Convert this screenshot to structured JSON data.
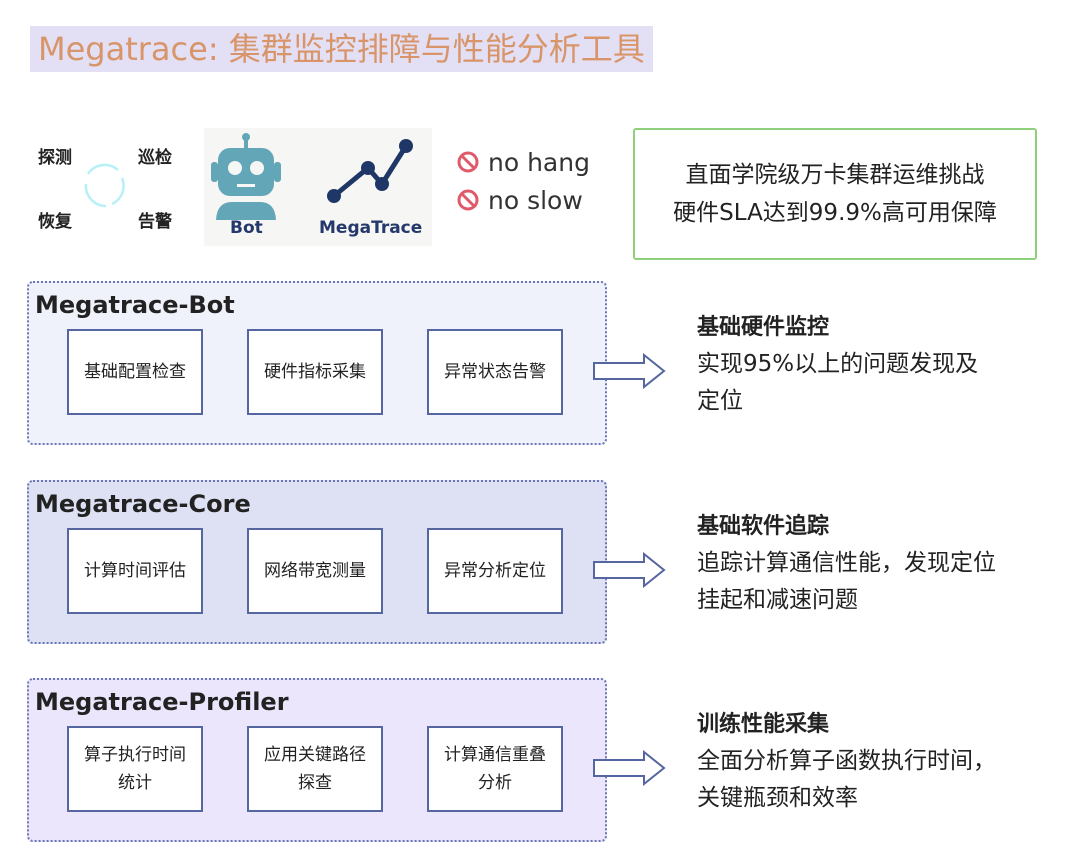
{
  "title": "Megatrace: 集群监控排障与性能分析工具",
  "cycle": {
    "items": [
      "探测",
      "巡检",
      "告警",
      "恢复"
    ]
  },
  "logos": {
    "bot_label": "Bot",
    "megatrace_label": "MegaTrace"
  },
  "goals_no": [
    "no hang",
    "no slow"
  ],
  "goal_box": {
    "lines": [
      "直面学院级万卡集群运维挑战",
      "硬件SLA达到99.9%高可用保障"
    ]
  },
  "colors": {
    "title_bg": "#e3dff4",
    "title_text": "#d8956a",
    "bot_bg": "#f0f2fb",
    "core_bg": "#dde1f3",
    "profiler_bg": "#ebe6fb"
  },
  "panels": [
    {
      "name": "Megatrace-Bot",
      "boxes": [
        "基础配置检查",
        "硬件指标采集",
        "异常状态告警"
      ],
      "desc_title": "基础硬件监控",
      "desc": "实现95%以上的问题发现及定位"
    },
    {
      "name": "Megatrace-Core",
      "boxes": [
        "计算时间评估",
        "网络带宽测量",
        "异常分析定位"
      ],
      "desc_title": "基础软件追踪",
      "desc": "追踪计算通信性能，发现定位挂起和减速问题"
    },
    {
      "name": "Megatrace-Profiler",
      "boxes": [
        "算子执行时间统计",
        "应用关键路径探查",
        "计算通信重叠分析"
      ],
      "desc_title": "训练性能采集",
      "desc": "全面分析算子函数执行时间，关键瓶颈和效率"
    }
  ]
}
